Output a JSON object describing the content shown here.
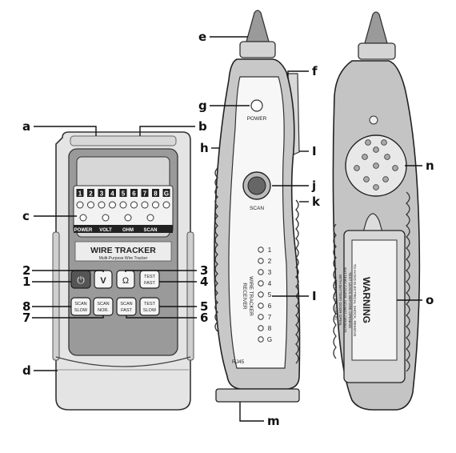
{
  "transmitter": {
    "title": "WIRE TRACKER",
    "subtitle": "Multi-Purpose Wire Tracker",
    "digits": [
      "1",
      "2",
      "3",
      "4",
      "5",
      "6",
      "7",
      "8",
      "G"
    ],
    "status_labels": [
      "POWER",
      "VOLT",
      "OHM",
      "SCAN"
    ],
    "buttons": {
      "volt": "V",
      "ohm": "Ω",
      "test_fast": [
        "TEST",
        "FAST"
      ],
      "scan_slow": [
        "SCAN",
        "SLOW"
      ],
      "scan_nor": [
        "SCAN",
        "NOR."
      ],
      "scan_fast": [
        "SCAN",
        "FAST"
      ],
      "test_slow": [
        "TEST",
        "SLOW"
      ]
    }
  },
  "receiver": {
    "power_label": "POWER",
    "scan_label": "SCAN",
    "brand_lines": [
      "WIRE TRACKER",
      "RECEIVER"
    ],
    "digits": [
      "1",
      "2",
      "3",
      "4",
      "5",
      "6",
      "7",
      "8",
      "G"
    ],
    "port_label": "RJ45"
  },
  "back": {
    "warning_title": "WARNING",
    "warning_lines": [
      "TO AVOID ELECTRICAL SHOCK, REMOVE",
      "TEST LEADS BEFORE OPENING",
      "BATTERY COVER. DO NOT OPERATE",
      "WITH BATTERY DOOR OPEN.",
      "REPLACE BATTERY 9V"
    ]
  },
  "callouts": {
    "a": "a",
    "b": "b",
    "c": "c",
    "d": "d",
    "e": "e",
    "f": "f",
    "g": "g",
    "h": "h",
    "i1": "I",
    "j": "j",
    "k": "k",
    "i2": "I",
    "m": "m",
    "n": "n",
    "o": "o",
    "n1": "1",
    "n2": "2",
    "n3": "3",
    "n4": "4",
    "n5": "5",
    "n6": "6",
    "n7": "7",
    "n8": "8"
  }
}
